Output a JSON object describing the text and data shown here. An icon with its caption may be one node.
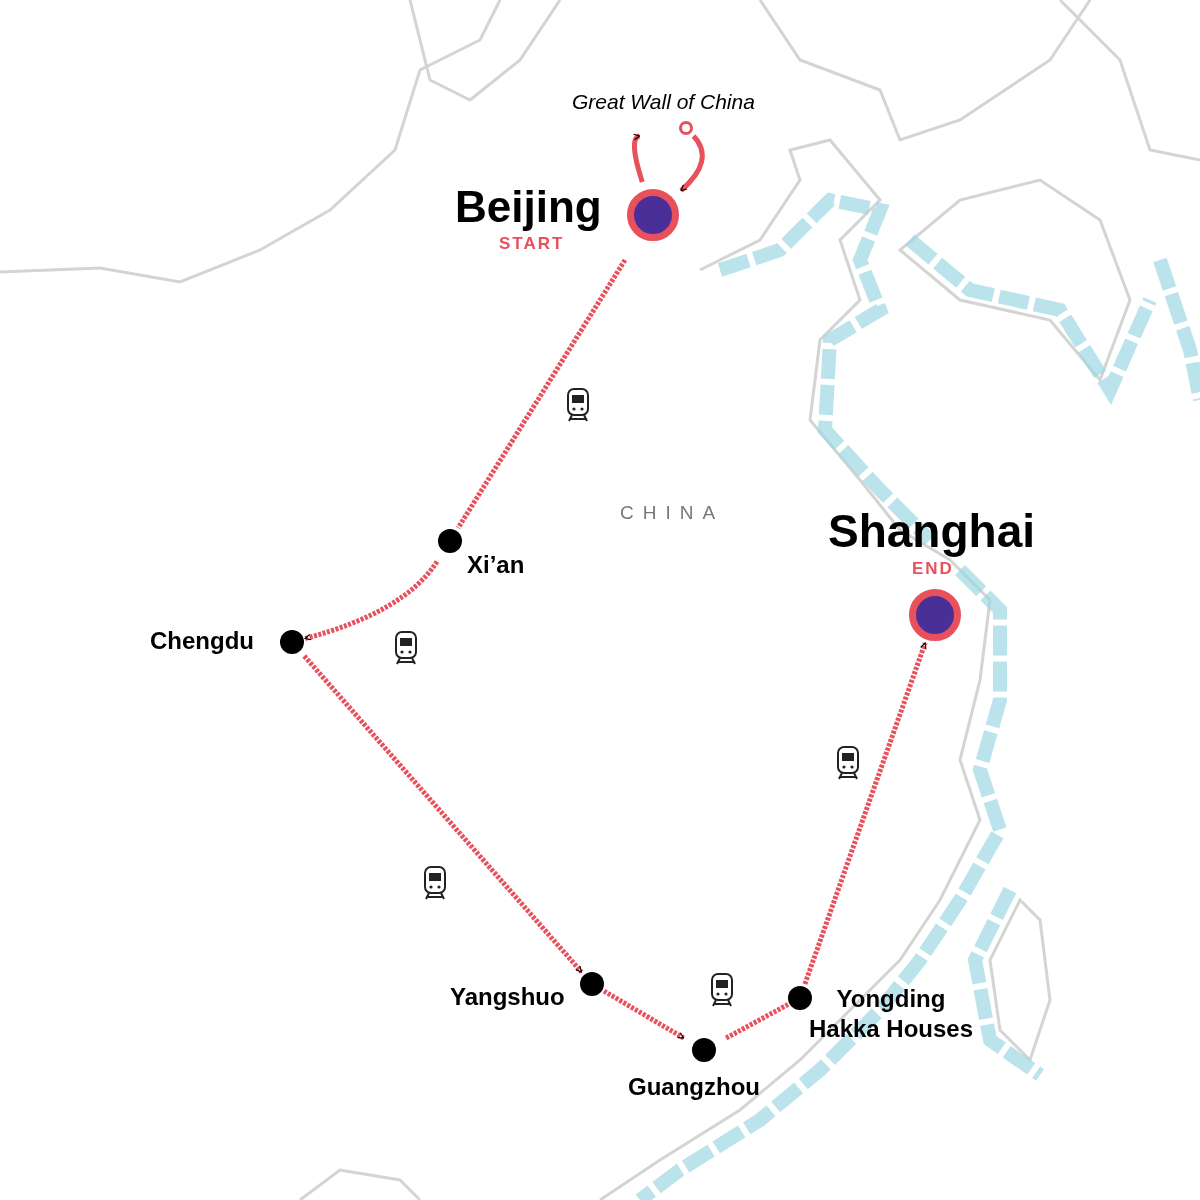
{
  "diagram": {
    "nodes": [
      {
        "text": [
          "Beijing",
          "START"
        ]
      },
      {
        "text": [
          "Great Wall of China"
        ]
      },
      {
        "text": [
          "Xi’an"
        ]
      },
      {
        "text": [
          "Chengdu"
        ]
      },
      {
        "text": [
          "Yangshuo"
        ]
      },
      {
        "text": [
          "Guangzhou"
        ]
      },
      {
        "text": [
          "Yongding Hakka Houses"
        ]
      },
      {
        "text": [
          "Shanghai",
          "END"
        ]
      }
    ],
    "edges": [
      {
        "from": 0,
        "to": 1,
        "arrow": "to"
      },
      {
        "from": 1,
        "to": 0,
        "arrow": "to"
      },
      {
        "from": 0,
        "to": 2,
        "arrow": "none",
        "style": "dashed"
      },
      {
        "from": 2,
        "to": 3,
        "arrow": "to",
        "style": "dashed"
      },
      {
        "from": 3,
        "to": 4,
        "arrow": "to",
        "style": "dashed"
      },
      {
        "from": 4,
        "to": 5,
        "arrow": "to",
        "style": "dashed"
      },
      {
        "from": 5,
        "to": 6,
        "arrow": "none",
        "style": "dashed"
      },
      {
        "from": 6,
        "to": 7,
        "arrow": "to",
        "style": "dashed"
      }
    ],
    "labels": [
      "CHINA"
    ]
  }
}
